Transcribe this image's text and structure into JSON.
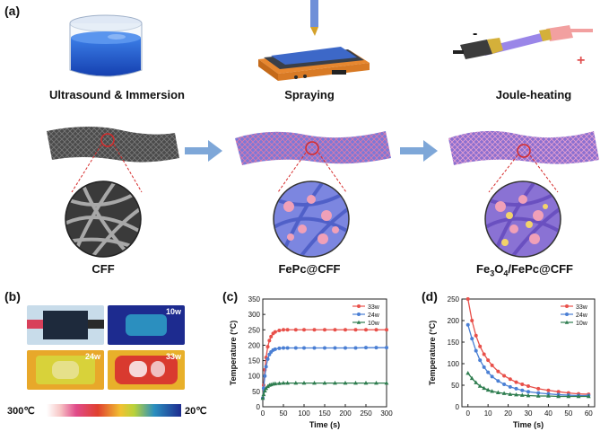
{
  "panels": {
    "a": "(a)",
    "b": "(b)",
    "c": "(c)",
    "d": "(d)"
  },
  "process": {
    "steps": [
      "Ultrasound & Immersion",
      "Spraying",
      "Joule-heating"
    ],
    "materials": [
      "CFF",
      "FePc@CFF"
    ],
    "material3": {
      "pre": "Fe",
      "s1": "3",
      "mid": "O",
      "s2": "4",
      "post": "/FePc@CFF"
    },
    "polarity": {
      "minus": "-",
      "plus": "+"
    }
  },
  "thermal": {
    "labels": [
      "10w",
      "24w",
      "33w"
    ],
    "scale_high": "300℃",
    "scale_low": "20℃",
    "colors": {
      "hot": "#ffffff",
      "warm": "#f1c232",
      "mid": "#e0402f",
      "cool": "#1d2b8f"
    }
  },
  "chart_data": [
    {
      "type": "line",
      "panel": "(c)",
      "xlabel": "Time (s)",
      "ylabel": "Temperature (°C)",
      "xlim": [
        0,
        300
      ],
      "ylim": [
        0,
        350
      ],
      "xticks": [
        0,
        50,
        100,
        150,
        200,
        250,
        300
      ],
      "yticks": [
        0,
        50,
        100,
        150,
        200,
        250,
        300,
        350
      ],
      "legend": "top-right",
      "series": [
        {
          "name": "33w",
          "color": "#e8504a",
          "marker": "circle",
          "x": [
            0,
            2,
            5,
            8,
            12,
            16,
            20,
            25,
            30,
            40,
            50,
            60,
            80,
            100,
            125,
            150,
            175,
            200,
            225,
            250,
            275,
            300
          ],
          "y": [
            28,
            70,
            120,
            160,
            195,
            215,
            228,
            238,
            243,
            248,
            250,
            250,
            250,
            250,
            250,
            250,
            250,
            250,
            250,
            250,
            250,
            250
          ]
        },
        {
          "name": "24w",
          "color": "#4a7fd4",
          "marker": "circle",
          "x": [
            0,
            2,
            5,
            8,
            12,
            16,
            20,
            25,
            30,
            40,
            50,
            60,
            80,
            100,
            125,
            150,
            175,
            200,
            225,
            250,
            275,
            300
          ],
          "y": [
            28,
            60,
            100,
            130,
            155,
            170,
            178,
            184,
            187,
            190,
            191,
            191,
            191,
            191,
            191,
            191,
            191,
            191,
            191,
            192,
            192,
            192
          ]
        },
        {
          "name": "10w",
          "color": "#2e7d4f",
          "marker": "triangle",
          "x": [
            0,
            2,
            5,
            8,
            12,
            16,
            20,
            25,
            30,
            40,
            50,
            60,
            80,
            100,
            125,
            150,
            175,
            200,
            225,
            250,
            275,
            300
          ],
          "y": [
            28,
            40,
            52,
            60,
            66,
            70,
            72,
            74,
            75,
            76,
            77,
            77,
            77,
            77,
            77,
            77,
            77,
            77,
            77,
            77,
            77,
            77
          ]
        }
      ]
    },
    {
      "type": "line",
      "panel": "(d)",
      "xlabel": "Time (s)",
      "ylabel": "Temperature (°C)",
      "xlim": [
        -3,
        63
      ],
      "ylim": [
        0,
        250
      ],
      "xticks": [
        0,
        10,
        20,
        30,
        40,
        50,
        60
      ],
      "yticks": [
        0,
        50,
        100,
        150,
        200,
        250
      ],
      "legend": "top-right",
      "series": [
        {
          "name": "33w",
          "color": "#e8504a",
          "marker": "circle",
          "x": [
            0,
            2,
            4,
            6,
            8,
            10,
            12,
            15,
            18,
            21,
            24,
            27,
            30,
            35,
            40,
            45,
            50,
            55,
            60
          ],
          "y": [
            250,
            200,
            165,
            140,
            122,
            108,
            96,
            82,
            72,
            64,
            57,
            52,
            48,
            42,
            38,
            35,
            32,
            30,
            29
          ]
        },
        {
          "name": "24w",
          "color": "#4a7fd4",
          "marker": "circle",
          "x": [
            0,
            2,
            4,
            6,
            8,
            10,
            12,
            15,
            18,
            21,
            24,
            27,
            30,
            35,
            40,
            45,
            50,
            55,
            60
          ],
          "y": [
            190,
            158,
            130,
            108,
            92,
            80,
            70,
            60,
            52,
            46,
            42,
            38,
            35,
            32,
            30,
            28,
            27,
            26,
            26
          ]
        },
        {
          "name": "10w",
          "color": "#2e7d4f",
          "marker": "triangle",
          "x": [
            0,
            2,
            4,
            6,
            8,
            10,
            12,
            15,
            18,
            21,
            24,
            27,
            30,
            35,
            40,
            45,
            50,
            55,
            60
          ],
          "y": [
            78,
            66,
            56,
            48,
            43,
            39,
            36,
            33,
            31,
            29,
            28,
            27,
            26,
            25,
            25,
            24,
            24,
            24,
            24
          ]
        }
      ]
    }
  ]
}
